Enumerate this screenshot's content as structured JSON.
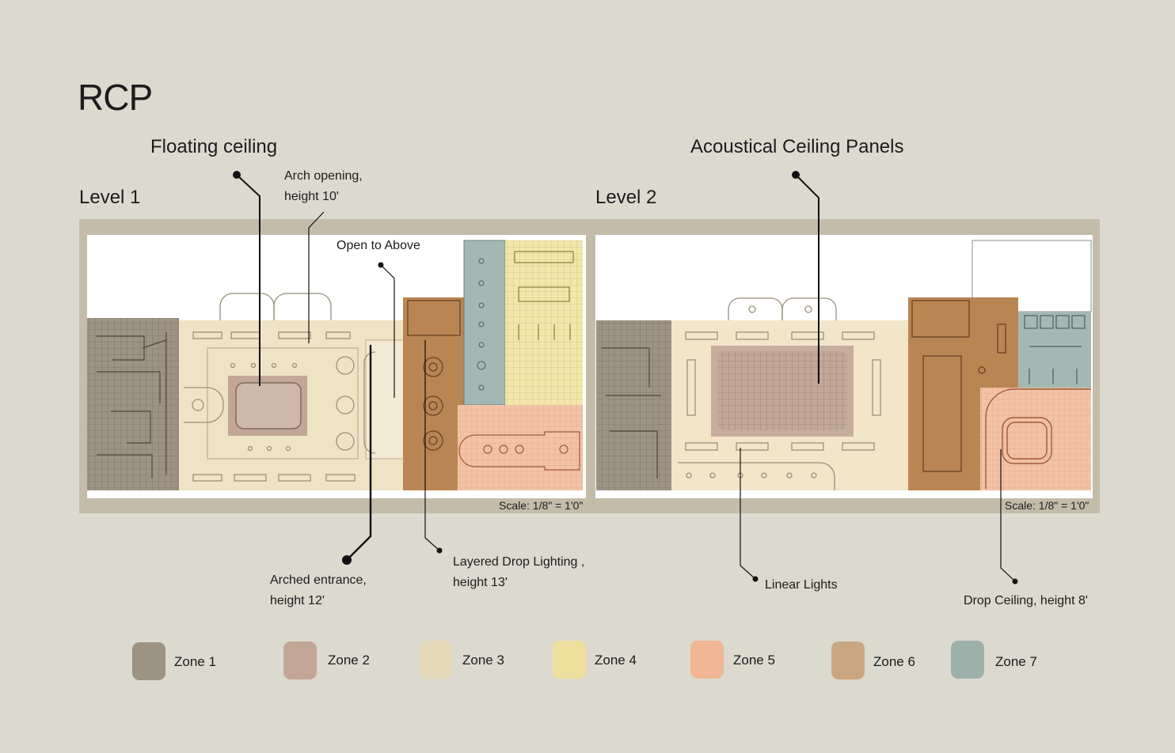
{
  "title": "RCP",
  "headings": {
    "floating": "Floating ceiling",
    "acoustic": "Acoustical Ceiling Panels"
  },
  "levels": {
    "level1": "Level 1",
    "level2": "Level 2"
  },
  "annotations": {
    "arch_opening": [
      "Arch opening,",
      "height 10'"
    ],
    "open_above": "Open to Above",
    "arched_entrance": [
      "Arched entrance,",
      "height 12'"
    ],
    "layered_drop": [
      "Layered Drop Lighting ,",
      "height 13'"
    ],
    "linear_lights": "Linear Lights",
    "drop_ceiling": "Drop Ceiling, height 8'"
  },
  "scale_text": "Scale: 1/8\" = 1'0\"",
  "zones": [
    {
      "label": "Zone 1",
      "color": "#9c9383"
    },
    {
      "label": "Zone 2",
      "color": "#c2a796"
    },
    {
      "label": "Zone 3",
      "color": "#e6d9ba"
    },
    {
      "label": "Zone 4",
      "color": "#eedf9f"
    },
    {
      "label": "Zone 5",
      "color": "#f1b795"
    },
    {
      "label": "Zone 6",
      "color": "#caa783"
    },
    {
      "label": "Zone 7",
      "color": "#9db1ab"
    }
  ]
}
